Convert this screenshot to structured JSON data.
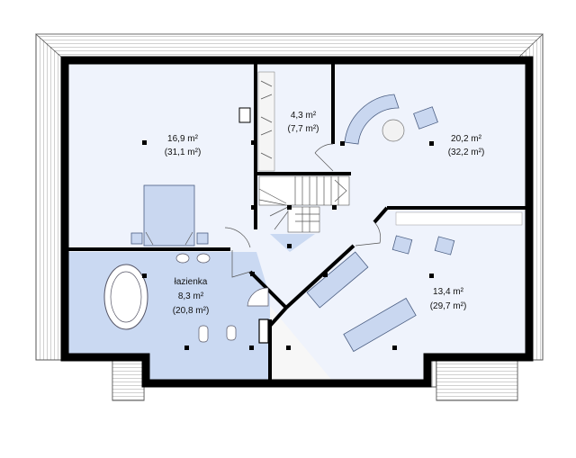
{
  "plan": {
    "colors": {
      "floor": "#eff3fc",
      "bathroom": "#cad9f2",
      "roof": "#d9d9d9",
      "wall": "#000000",
      "furniture": "#c9d7f0"
    },
    "rooms": [
      {
        "id": "bedroom-left",
        "name": "",
        "area": "16,9 m²",
        "total": "(31,1 m²)"
      },
      {
        "id": "wardrobe",
        "name": "",
        "area": "4,3 m²",
        "total": "(7,7 m²)"
      },
      {
        "id": "room-right-top",
        "name": "",
        "area": "20,2 m²",
        "total": "(32,2 m²)"
      },
      {
        "id": "bathroom",
        "name": "łazienka",
        "area": "8,3 m²",
        "total": "(20,8 m²)"
      },
      {
        "id": "room-right-bottom",
        "name": "",
        "area": "13,4 m²",
        "total": "(29,7 m²)"
      }
    ]
  }
}
